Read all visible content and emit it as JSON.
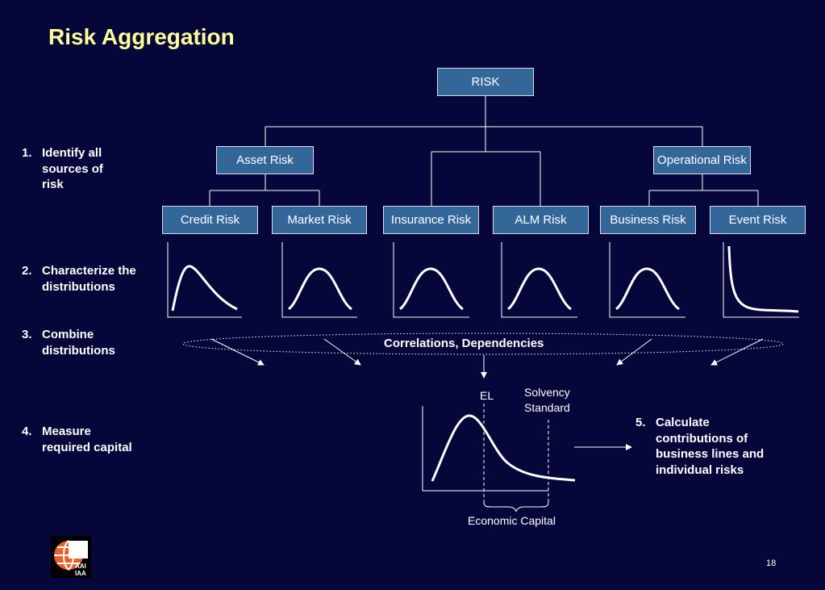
{
  "title": "Risk Aggregation",
  "tree": {
    "root": "RISK",
    "level1": {
      "asset": "Asset Risk",
      "operational": "Operational Risk"
    },
    "leaves": [
      "Credit Risk",
      "Market Risk",
      "Insurance Risk",
      "ALM Risk",
      "Business Risk",
      "Event Risk"
    ]
  },
  "steps": [
    {
      "number": "1.",
      "lines": [
        "Identify all",
        "sources of",
        "risk"
      ]
    },
    {
      "number": "2.",
      "lines": [
        "Characterize the",
        "distributions"
      ]
    },
    {
      "number": "3.",
      "lines": [
        "Combine",
        "distributions"
      ]
    },
    {
      "number": "4.",
      "lines": [
        "Measure",
        "required capital"
      ]
    },
    {
      "number": "5.",
      "lines": [
        "Calculate",
        "contributions of",
        "business lines and",
        "individual risks"
      ]
    }
  ],
  "correlations_label": "Correlations, Dependencies",
  "capital_chart": {
    "el_label": "EL",
    "solvency_lines": [
      "Solvency",
      "Standard"
    ],
    "economic_capital_label": "Economic Capital"
  },
  "logo_text": [
    "AAI",
    "IAA"
  ],
  "page_number": "18",
  "colors": {
    "background": "#06063a",
    "title": "#ffff99",
    "box": "#336699"
  }
}
